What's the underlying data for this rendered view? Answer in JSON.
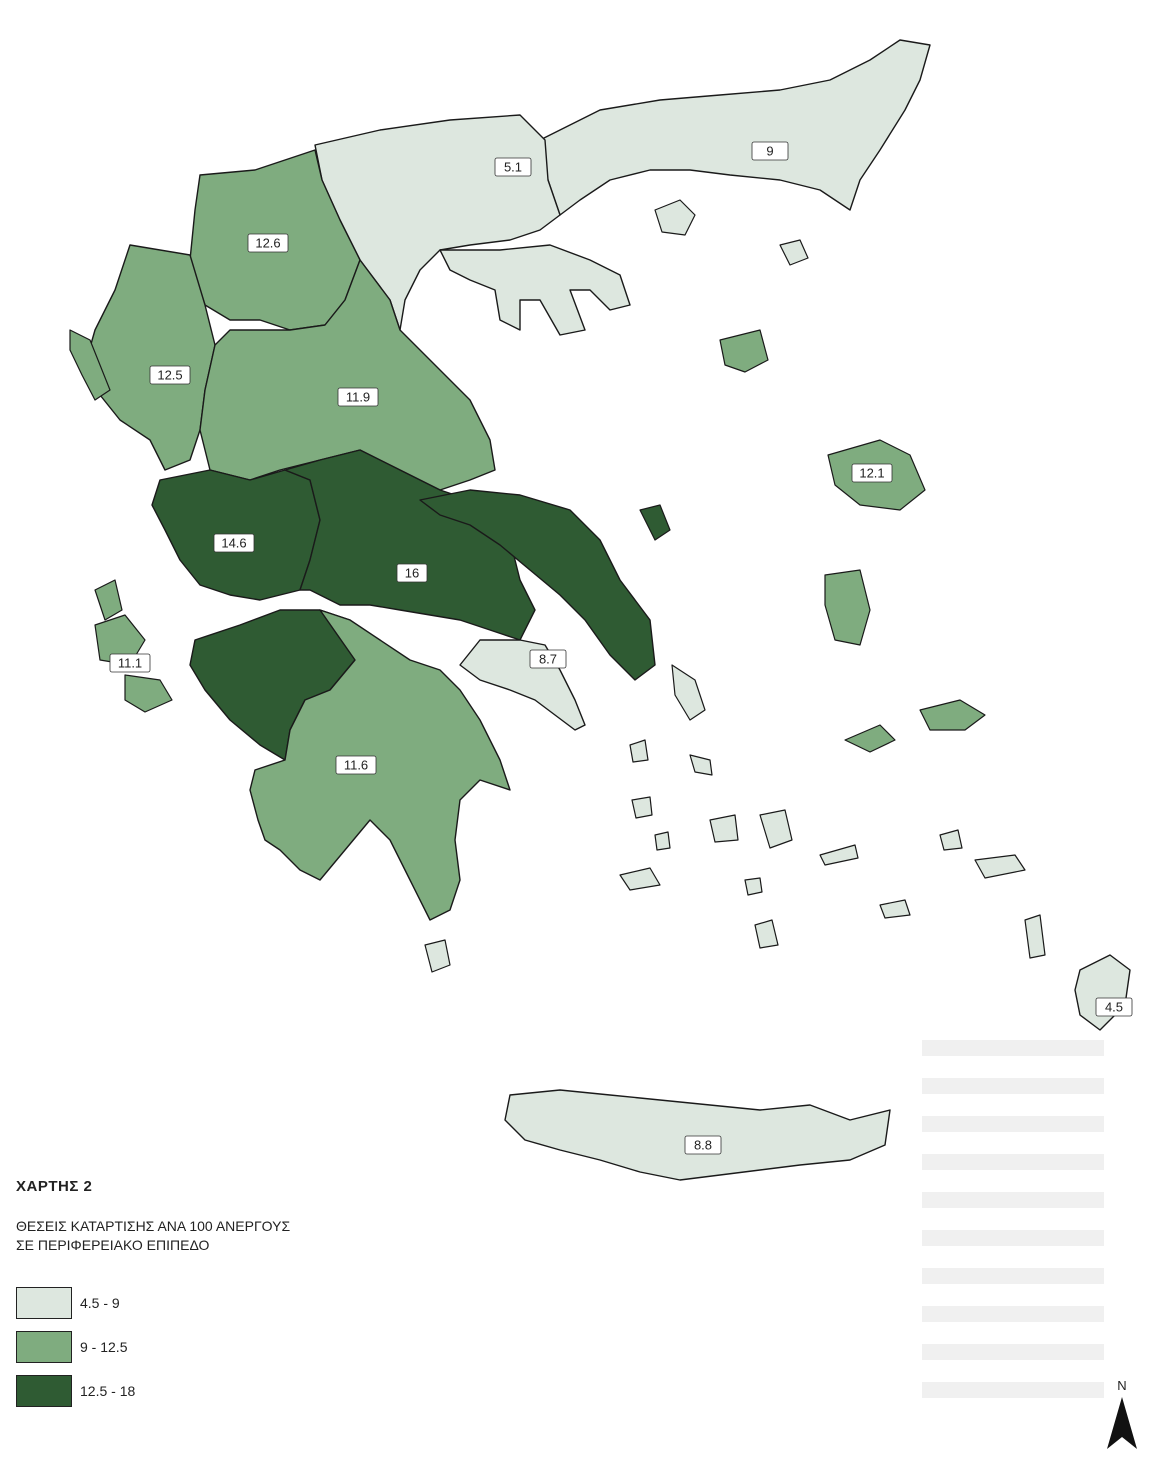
{
  "legend": {
    "title": "ΧΑΡΤΗΣ 2",
    "subtitle_line1": "ΘΕΣΕΙΣ ΚΑΤΑΡΤΙΣΗΣ ΑΝΑ 100 ΑΝΕΡΓΟΥΣ",
    "subtitle_line2": "ΣΕ ΠΕΡΙΦΕΡΕΙΑΚΟ ΕΠΙΠΕΔΟ",
    "classes": [
      {
        "label": "4.5 - 9",
        "color": "#dde7df"
      },
      {
        "label": "9 - 12.5",
        "color": "#7fac7f"
      },
      {
        "label": "12.5 - 18",
        "color": "#2f5b33"
      }
    ]
  },
  "regions": {
    "thrace": {
      "value": "9",
      "class": "4.5 - 9"
    },
    "central_macedonia": {
      "value": "5.1",
      "class": "4.5 - 9"
    },
    "western_macedonia": {
      "value": "12.6",
      "class": "9 - 12.5"
    },
    "epirus": {
      "value": "12.5",
      "class": "9 - 12.5"
    },
    "thessaly": {
      "value": "11.9",
      "class": "9 - 12.5"
    },
    "western_greece": {
      "value": "14.6",
      "class": "12.5 - 18"
    },
    "central_greece": {
      "value": "16",
      "class": "12.5 - 18"
    },
    "attica": {
      "value": "8.7",
      "class": "4.5 - 9"
    },
    "ionian_islands": {
      "value": "11.1",
      "class": "9 - 12.5"
    },
    "peloponnese": {
      "value": "11.6",
      "class": "9 - 12.5"
    },
    "north_aegean": {
      "value": "12.1",
      "class": "9 - 12.5"
    },
    "south_aegean": {
      "value": "4.5",
      "class": "4.5 - 9"
    },
    "crete": {
      "value": "8.8",
      "class": "4.5 - 9"
    }
  },
  "north_arrow": {
    "letter": "N"
  }
}
